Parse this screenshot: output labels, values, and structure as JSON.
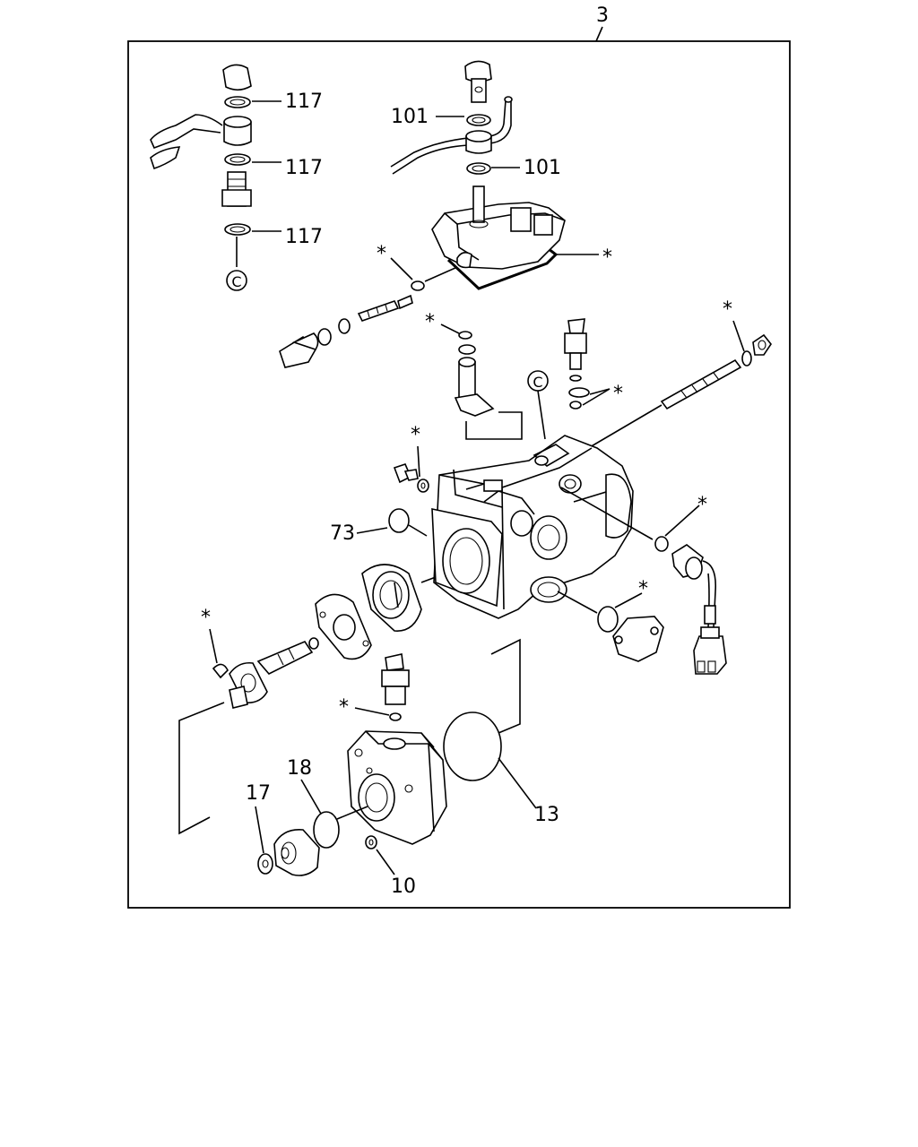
{
  "assembly_number": "3",
  "callouts": {
    "c117_a": "117",
    "c117_b": "117",
    "c117_c": "117",
    "c101_a": "101",
    "c101_b": "101",
    "c73": "73",
    "c18": "18",
    "c17": "17",
    "c13": "13",
    "c10": "10",
    "circle_c_left": "C",
    "circle_c_center": "C"
  },
  "asterisk": "*"
}
